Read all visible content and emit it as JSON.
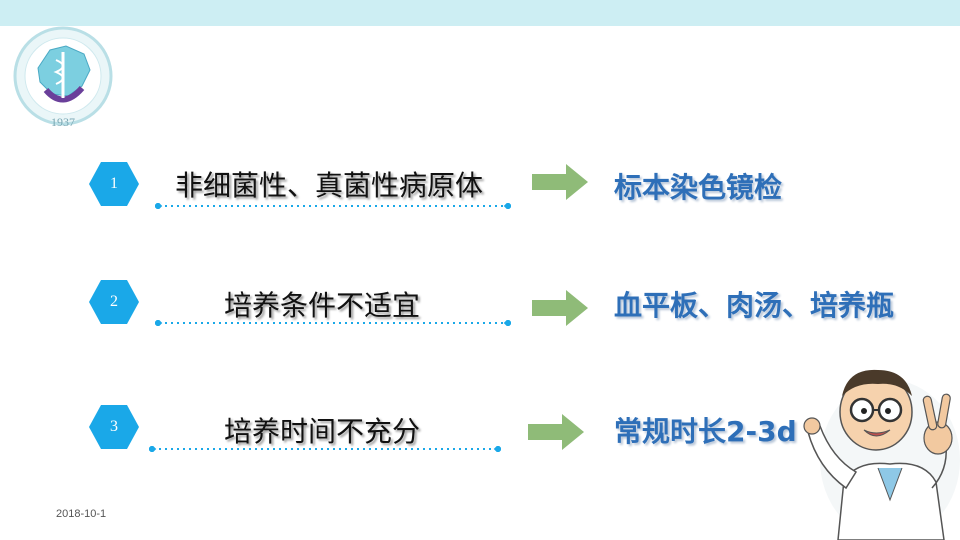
{
  "logo": {
    "year": "1937",
    "emblem": "hospital-emblem"
  },
  "rows": [
    {
      "number": "1",
      "problem": "非细菌性、真菌性病原体",
      "solution": "标本染色镜检"
    },
    {
      "number": "2",
      "problem": "培养条件不适宜",
      "solution": "血平板、肉汤、培养瓶"
    },
    {
      "number": "3",
      "problem": "培养时间不充分",
      "solution": "常规时长2-3d"
    }
  ],
  "date": "2018-10-1",
  "colors": {
    "hex_fill": "#1aa8e8",
    "dots": "#1aa8e8",
    "arrow": "#8fbb78",
    "solution_text": "#2e6fb8",
    "top_band": "#cdeef3"
  },
  "illustration": "cartoon-doctor-v-sign"
}
